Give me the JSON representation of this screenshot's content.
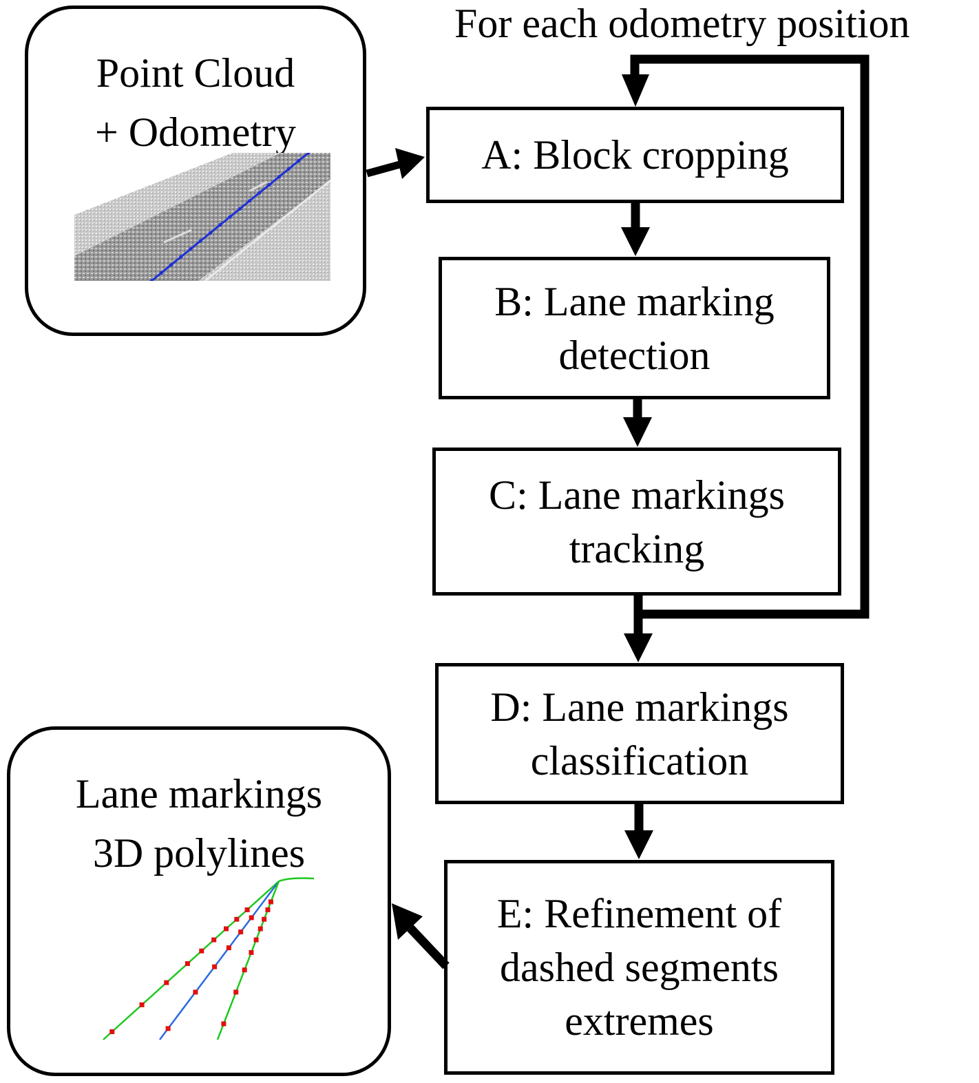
{
  "loop_caption": "For each odometry position",
  "input": {
    "lines": [
      "Point Cloud",
      "+ Odometry"
    ]
  },
  "output": {
    "lines": [
      "Lane markings",
      "3D polylines"
    ]
  },
  "steps": [
    {
      "id": "A",
      "lines": [
        "A: Block cropping"
      ]
    },
    {
      "id": "B",
      "lines": [
        "B: Lane marking",
        "detection"
      ]
    },
    {
      "id": "C",
      "lines": [
        "C: Lane markings",
        "tracking"
      ]
    },
    {
      "id": "D",
      "lines": [
        "D: Lane markings",
        "classification"
      ]
    },
    {
      "id": "E",
      "lines": [
        "E: Refinement of",
        "dashed segments",
        "extremes"
      ]
    }
  ],
  "colors": {
    "line": "#000000",
    "odometry_path": "#1f2fd6",
    "polyline_green": "#1ec81e",
    "polyline_blue": "#2a6ae0",
    "vertex_red": "#e01010",
    "road_gray": "#8c8c8c"
  }
}
